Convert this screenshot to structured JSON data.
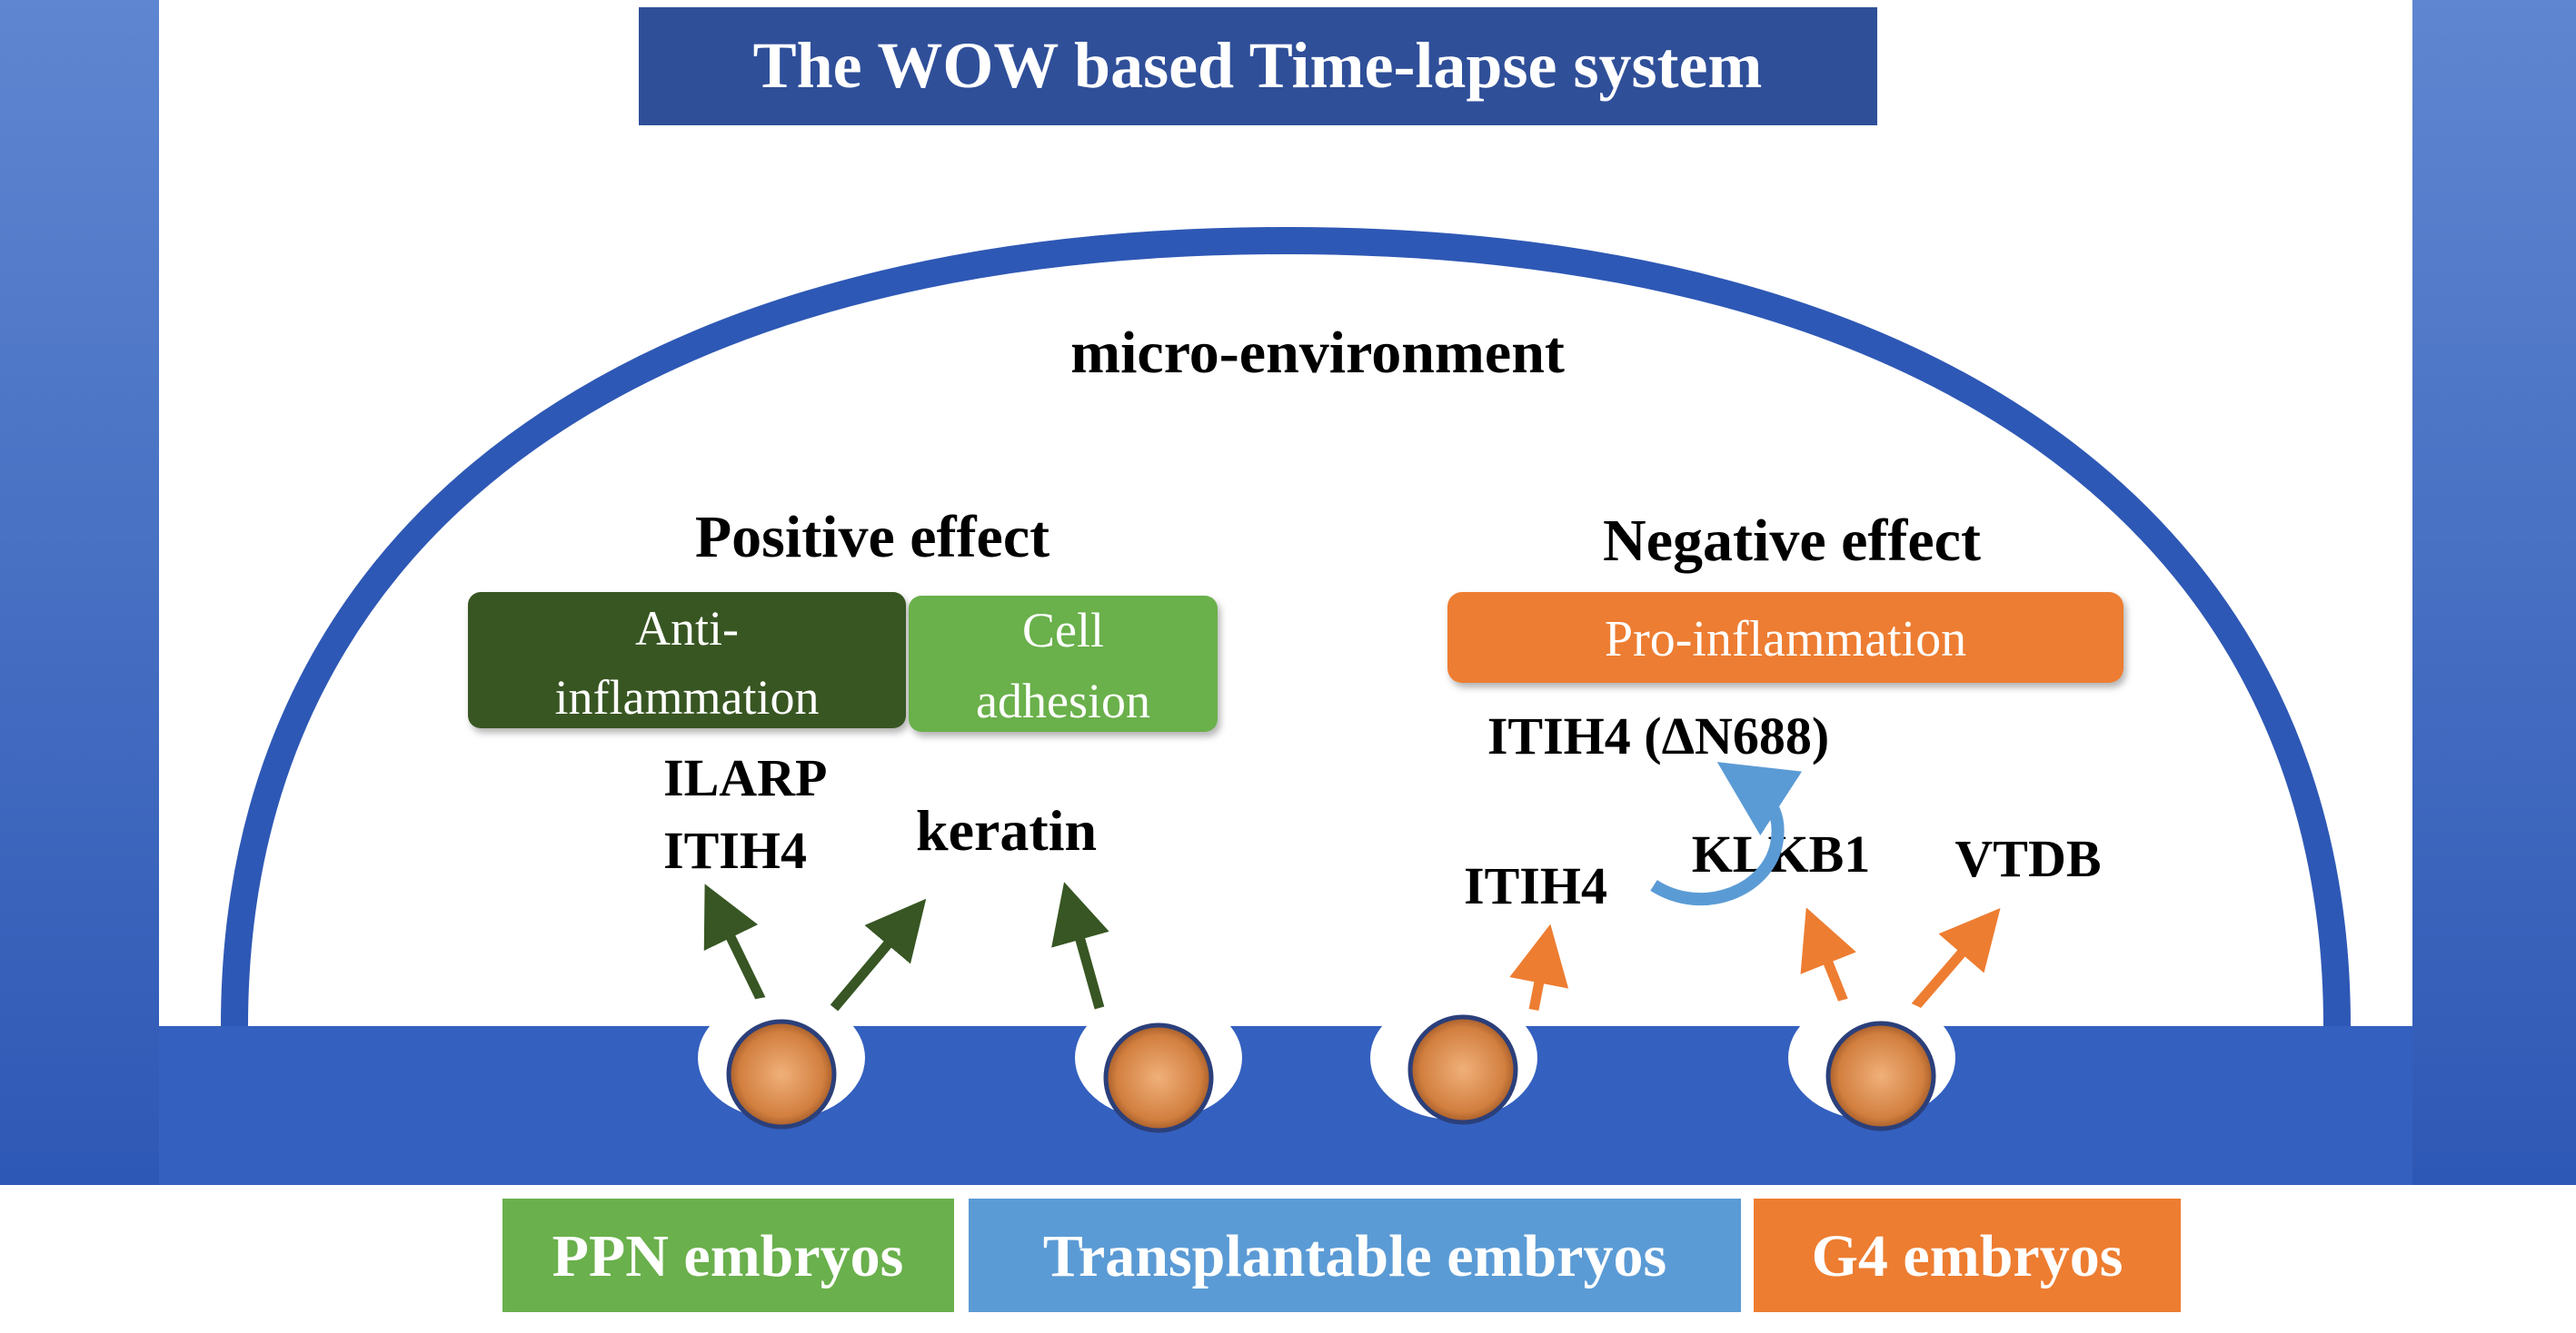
{
  "title": "The WOW based Time-lapse system",
  "micro_environment": "micro-environment",
  "positive": {
    "heading": "Positive effect",
    "box1": [
      "Anti-",
      "inflammation"
    ],
    "box2": [
      "Cell",
      "adhesion"
    ],
    "factors1": [
      "ILARP",
      "ITIH4"
    ],
    "factor2": "keratin"
  },
  "negative": {
    "heading": "Negative effect",
    "box": "Pro-inflammation",
    "cleaved": "ITIH4 (ΔN688)",
    "itih4": "ITIH4",
    "klkb1": "KLKB1",
    "vtdb": "VTDB"
  },
  "legend": {
    "ppn": "PPN embryos",
    "transplantable": "Transplantable embryos",
    "g4": "G4 embryos"
  },
  "colors": {
    "frame_blue": "#3a62b8",
    "title_box": "#2f4f99",
    "dark_green": "#375623",
    "light_green": "#6ab04c",
    "orange": "#ed7d31",
    "light_blue": "#5b9bd5",
    "embryo": "#d98a4a"
  }
}
